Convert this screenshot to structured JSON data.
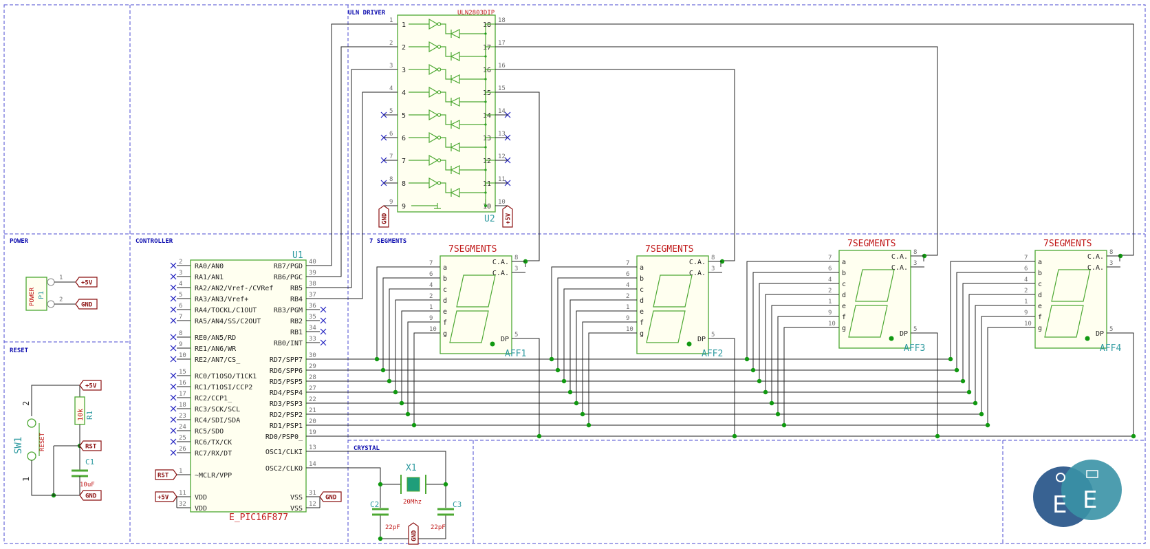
{
  "sections": {
    "uln": "ULN DRIVER",
    "power": "POWER",
    "controller": "CONTROLLER",
    "seg": "7 SEGMENTS",
    "reset": "RESET",
    "crystal": "CRYSTAL"
  },
  "u2": {
    "value": "ULN2803DIP",
    "ref": "U2",
    "left": [
      "1",
      "2",
      "3",
      "4",
      "5",
      "6",
      "7",
      "8",
      "9"
    ],
    "right": [
      "18",
      "17",
      "16",
      "15",
      "14",
      "13",
      "12",
      "11",
      "10"
    ],
    "gnd": "GND",
    "vcc": "+5V"
  },
  "u1": {
    "ref": "U1",
    "value": "E_PIC16F877",
    "left": [
      {
        "n": "2",
        "l": "RA0/AN0"
      },
      {
        "n": "3",
        "l": "RA1/AN1"
      },
      {
        "n": "4",
        "l": "RA2/AN2/Vref-/CVRef"
      },
      {
        "n": "5",
        "l": "RA3/AN3/Vref+"
      },
      {
        "n": "6",
        "l": "RA4/TOCKL/C1OUT"
      },
      {
        "n": "7",
        "l": "RA5/AN4/SS/C2OUT"
      },
      {
        "n": "8",
        "l": "RE0/AN5/RD"
      },
      {
        "n": "9",
        "l": "RE1/AN6/WR"
      },
      {
        "n": "10",
        "l": "RE2/AN7/CS_"
      },
      {
        "n": "15",
        "l": "RC0/T1OSO/T1CK1"
      },
      {
        "n": "16",
        "l": "RC1/T1OSI/CCP2"
      },
      {
        "n": "17",
        "l": "RC2/CCP1_"
      },
      {
        "n": "18",
        "l": "RC3/SCK/SCL"
      },
      {
        "n": "23",
        "l": "RC4/SDI/SDA"
      },
      {
        "n": "24",
        "l": "RC5/SDO"
      },
      {
        "n": "25",
        "l": "RC6/TX/CK"
      },
      {
        "n": "26",
        "l": "RC7/RX/DT"
      },
      {
        "n": "1",
        "l": "~MCLR/VPP"
      },
      {
        "n": "11",
        "l": "VDD"
      },
      {
        "n": "32",
        "l": "VDD"
      }
    ],
    "right": [
      {
        "n": "40",
        "l": "RB7/PGD"
      },
      {
        "n": "39",
        "l": "RB6/PGC"
      },
      {
        "n": "38",
        "l": "RB5"
      },
      {
        "n": "37",
        "l": "RB4"
      },
      {
        "n": "36",
        "l": "RB3/PGM"
      },
      {
        "n": "35",
        "l": "RB2"
      },
      {
        "n": "34",
        "l": "RB1"
      },
      {
        "n": "33",
        "l": "RB0/INT"
      },
      {
        "n": "30",
        "l": "RD7/SPP7"
      },
      {
        "n": "29",
        "l": "RD6/SPP6"
      },
      {
        "n": "28",
        "l": "RD5/PSP5"
      },
      {
        "n": "27",
        "l": "RD4/PSP4"
      },
      {
        "n": "22",
        "l": "RD3/PSP3"
      },
      {
        "n": "21",
        "l": "RD2/PSP2"
      },
      {
        "n": "20",
        "l": "RD1/PSP1"
      },
      {
        "n": "19",
        "l": "RD0/PSP0_"
      },
      {
        "n": "13",
        "l": "OSC1/CLKI"
      },
      {
        "n": "14",
        "l": "OSC2/CLKO"
      },
      {
        "n": "31",
        "l": "VSS"
      },
      {
        "n": "12",
        "l": "VSS"
      }
    ],
    "rst": "RST",
    "vcc": "+5V",
    "gnd": "GND"
  },
  "segments": {
    "value": "7SEGMENTS",
    "refs": [
      "AFF1",
      "AFF2",
      "AFF3",
      "AFF4"
    ],
    "pins_left": [
      {
        "n": "7",
        "l": "a"
      },
      {
        "n": "6",
        "l": "b"
      },
      {
        "n": "4",
        "l": "c"
      },
      {
        "n": "2",
        "l": "d"
      },
      {
        "n": "1",
        "l": "e"
      },
      {
        "n": "9",
        "l": "f"
      },
      {
        "n": "10",
        "l": "g"
      }
    ],
    "ca": "C.A.",
    "ca_pins": [
      "8",
      "3"
    ],
    "dp": "DP",
    "dp_pin": "5"
  },
  "power": {
    "ref": "P1",
    "value": "POWER",
    "pins": [
      "1",
      "2"
    ],
    "vcc": "+5V",
    "gnd": "GND"
  },
  "reset": {
    "sw_ref": "SW1",
    "sw_value": "RESET",
    "sw_pins": [
      "2",
      "1"
    ],
    "r_ref": "R1",
    "r_value": "10k",
    "c_ref": "C1",
    "c_value": "10uF",
    "vcc": "+5V",
    "rst": "RST",
    "gnd": "GND"
  },
  "crystal": {
    "x_ref": "X1",
    "x_value": "20Mhz",
    "c2_ref": "C2",
    "c2_value": "22pF",
    "c3_ref": "C3",
    "c3_value": "22pF",
    "gnd": "GND"
  },
  "colors": {
    "body": "#fffff0",
    "outline": "#4ca832",
    "ref": "#2e9aa0",
    "value": "#c01818",
    "power": "#8b1010",
    "zone": "#4a4ad0",
    "junction": "#119911"
  },
  "logo": {
    "icon": "E-logo"
  }
}
